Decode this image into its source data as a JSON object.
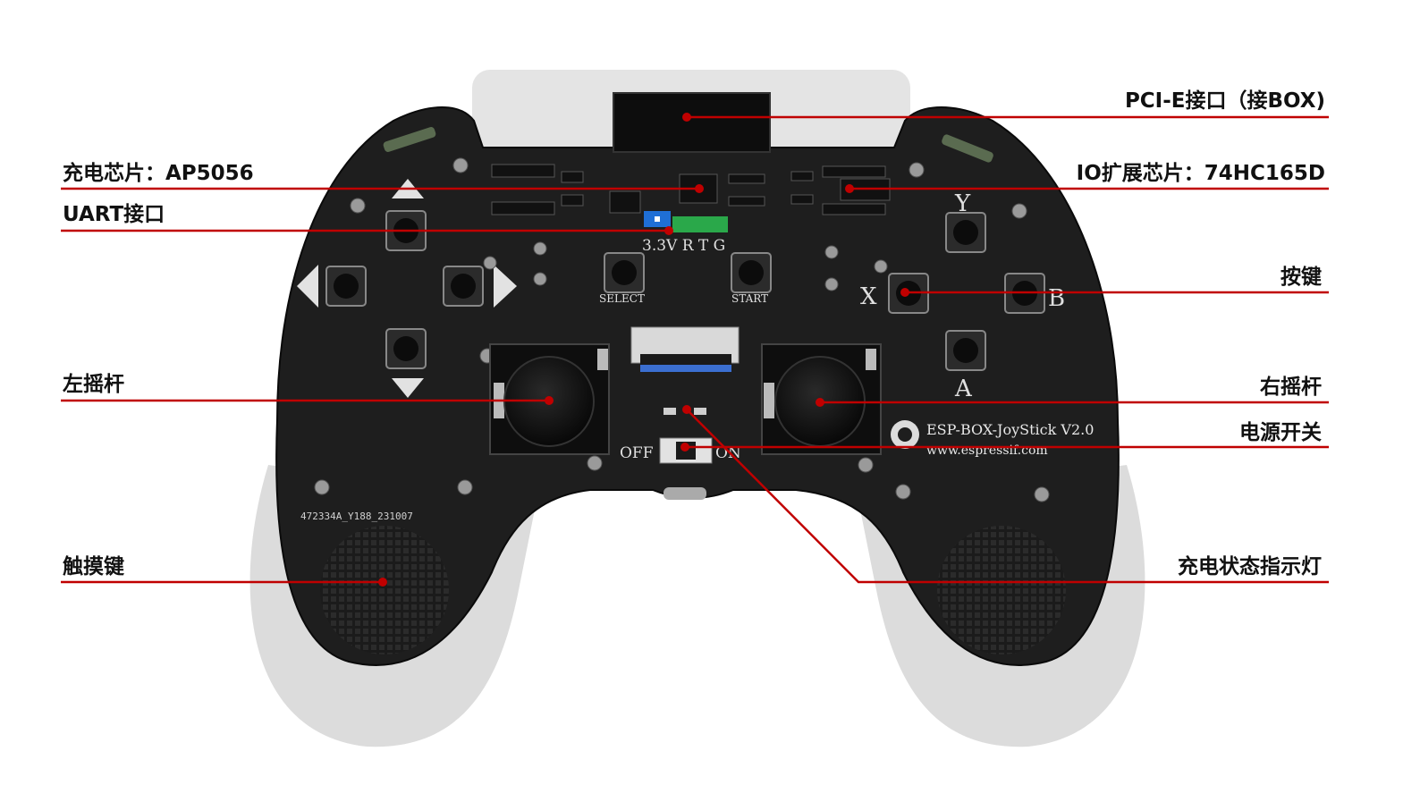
{
  "labels": {
    "pcie": "PCI-E接口（接BOX)",
    "charger_chip": "充电芯片：AP5056",
    "io_chip": "IO扩展芯片：74HC165D",
    "uart": "UART接口",
    "buttons": "按键",
    "left_stick": "左摇杆",
    "right_stick": "右摇杆",
    "power_switch": "电源开关",
    "touch_key": "触摸键",
    "charge_led": "充电状态指示灯"
  },
  "board": {
    "uart_pins": "3.3V R T G",
    "btn_select": "SELECT",
    "btn_start": "START",
    "btn_x": "X",
    "btn_y": "Y",
    "btn_a": "A",
    "btn_b": "B",
    "switch_off": "OFF",
    "switch_on": "ON",
    "product_name": "ESP-BOX-JoyStick V2.0",
    "product_url": "www.espressif.com",
    "pcb_code": "472334A_Y188_231007"
  },
  "colors": {
    "leader_line": "#c00000",
    "pcb": "#1e1e1e",
    "shell": "#d9d9d9",
    "silkscreen": "#e8e8e8"
  }
}
